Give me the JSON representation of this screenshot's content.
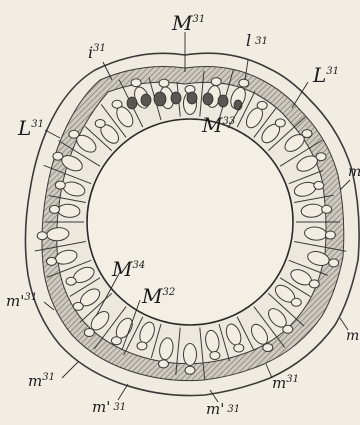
{
  "figure": {
    "labels": {
      "M_top": {
        "base": "M",
        "sup": "31"
      },
      "i_top": {
        "base": "i",
        "sup": "31"
      },
      "l_top": {
        "base": "l",
        "sup": "31"
      },
      "L_right": {
        "base": "L",
        "sup": "31"
      },
      "L_left": {
        "base": "L",
        "sup": "31"
      },
      "M_inner": {
        "base": "M",
        "sup": "33"
      },
      "M_34": {
        "base": "M",
        "sup": "34"
      },
      "M_32": {
        "base": "M",
        "sup": "32"
      },
      "m_right_upper": {
        "base": "m",
        "sup": ""
      },
      "m_prime_left": {
        "base": "m'",
        "sup": "31"
      },
      "m_bottom_left": {
        "base": "m",
        "sup": "31"
      },
      "m_prime_bottom1": {
        "base": "m'",
        "sup": "31"
      },
      "m_prime_bottom2": {
        "base": "m'",
        "sup": "31"
      },
      "m_bottom_right": {
        "base": "m",
        "sup": "31"
      },
      "m_right_lower": {
        "base": "m",
        "sup": ""
      }
    }
  }
}
